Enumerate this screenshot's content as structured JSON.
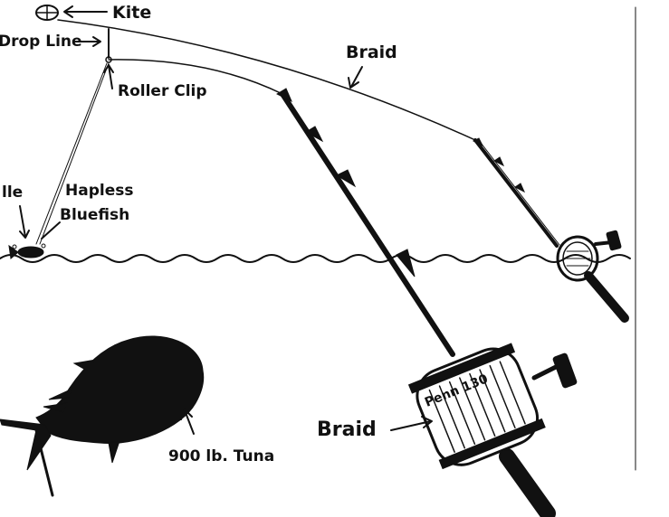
{
  "labels": {
    "kite": "Kite",
    "drop_line": "Drop Line",
    "roller_clip": "Roller Clip",
    "braid_top": "Braid",
    "needle": "lle",
    "hapless_1": "Hapless",
    "hapless_2": "Bluefish",
    "reel_brand": "Penn 130",
    "braid_bottom": "Braid",
    "tuna": "900 lb. Tuna"
  }
}
